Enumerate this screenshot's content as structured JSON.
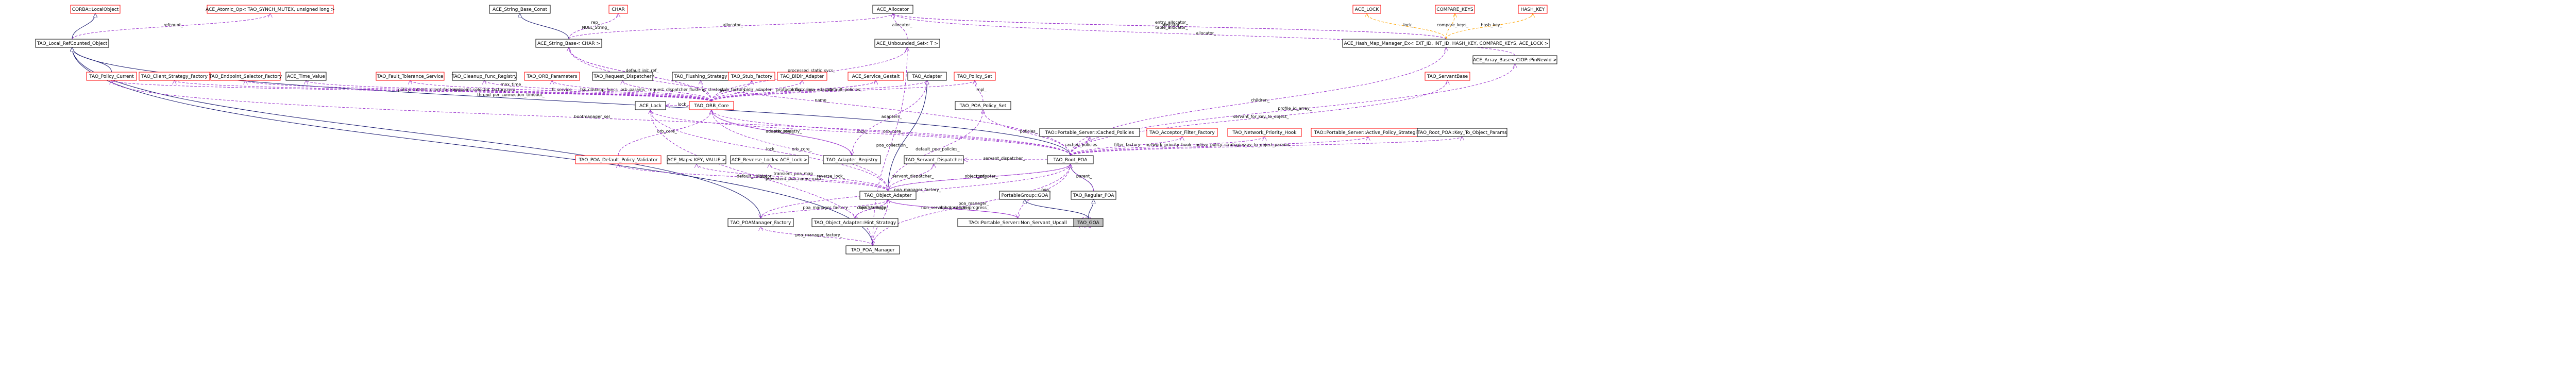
{
  "colors": {
    "class_border": "#000000",
    "external_border": "#ff0000",
    "highlight_fill": "#bfbfbf",
    "inherit_edge": "#191970",
    "use_edge": "#9a32cd",
    "template_edge": "#ffa500"
  },
  "nodes": [
    {
      "id": "corba_localobject",
      "label": "CORBA::LocalObject",
      "kind": "external"
    },
    {
      "id": "ace_atomic_op",
      "label": "ACE_Atomic_Op< TAO_SYNCH_MUTEX, unsigned long >",
      "kind": "external"
    },
    {
      "id": "ace_string_base_const",
      "label": "ACE_String_Base_Const",
      "kind": "class"
    },
    {
      "id": "char",
      "label": "CHAR",
      "kind": "external"
    },
    {
      "id": "ace_allocator",
      "label": "ACE_Allocator",
      "kind": "class"
    },
    {
      "id": "ace_lock_top",
      "label": "ACE_LOCK",
      "kind": "external"
    },
    {
      "id": "compare_keys",
      "label": "COMPARE_KEYS",
      "kind": "external"
    },
    {
      "id": "hash_key",
      "label": "HASH_KEY",
      "kind": "external"
    },
    {
      "id": "tao_local_refcounted_object",
      "label": "TAO_Local_RefCounted_Object",
      "kind": "class"
    },
    {
      "id": "ace_string_base",
      "label": "ACE_String_Base< CHAR >",
      "kind": "class"
    },
    {
      "id": "ace_unbounded_set",
      "label": "ACE_Unbounded_Set< T >",
      "kind": "class"
    },
    {
      "id": "ace_hash_map_manager",
      "label": "ACE_Hash_Map_Manager_Ex< EXT_ID, INT_ID, HASH_KEY, COMPARE_KEYS, ACE_LOCK >",
      "kind": "class"
    },
    {
      "id": "ace_array_base",
      "label": "ACE_Array_Base< CIOP::PinNewId >",
      "kind": "class"
    },
    {
      "id": "tao_policy_current",
      "label": "TAO_Policy_Current",
      "kind": "external"
    },
    {
      "id": "tao_client_strategy_factory",
      "label": "TAO_Client_Strategy_Factory",
      "kind": "external"
    },
    {
      "id": "tao_endpoint_selector_factory",
      "label": "TAO_Endpoint_Selector_Factory",
      "kind": "external"
    },
    {
      "id": "ace_time_value",
      "label": "ACE_Time_Value",
      "kind": "class"
    },
    {
      "id": "tao_fault_tolerance_service",
      "label": "TAO_Fault_Tolerance_Service",
      "kind": "external"
    },
    {
      "id": "tao_cleanup_func_registry",
      "label": "TAO_Cleanup_Func_Registry",
      "kind": "class"
    },
    {
      "id": "tao_orb_parameters",
      "label": "TAO_ORB_Parameters",
      "kind": "external"
    },
    {
      "id": "tao_request_dispatcher",
      "label": "TAO_Request_Dispatcher",
      "kind": "class"
    },
    {
      "id": "tao_flushing_strategy",
      "label": "TAO_Flushing_Strategy",
      "kind": "class"
    },
    {
      "id": "tao_stub_factory",
      "label": "TAO_Stub_Factory",
      "kind": "external"
    },
    {
      "id": "tao_bidir_adapter",
      "label": "TAO_BiDir_Adapter",
      "kind": "external"
    },
    {
      "id": "ace_service_gestalt",
      "label": "ACE_Service_Gestalt",
      "kind": "external"
    },
    {
      "id": "tao_adapter",
      "label": "TAO_Adapter",
      "kind": "class"
    },
    {
      "id": "tao_policy_set",
      "label": "TAO_Policy_Set",
      "kind": "external"
    },
    {
      "id": "tao_servantbase",
      "label": "TAO_ServantBase",
      "kind": "external"
    },
    {
      "id": "ace_lock",
      "label": "ACE_Lock",
      "kind": "class"
    },
    {
      "id": "tao_orb_core",
      "label": "TAO_ORB_Core",
      "kind": "external"
    },
    {
      "id": "tao_poa_policy_set",
      "label": "TAO_POA_Policy_Set",
      "kind": "class"
    },
    {
      "id": "tao_portable_server_cached_policies",
      "label": "TAO::Portable_Server::Cached_Policies",
      "kind": "class"
    },
    {
      "id": "tao_acceptor_filter_factory",
      "label": "TAO_Acceptor_Filter_Factory",
      "kind": "external"
    },
    {
      "id": "tao_network_priority_hook",
      "label": "TAO_Network_Priority_Hook",
      "kind": "external"
    },
    {
      "id": "tao_active_policy_strategies",
      "label": "TAO::Portable_Server::Active_Policy_Strategies",
      "kind": "external"
    },
    {
      "id": "tao_root_poa_key_to_object_params",
      "label": "TAO_Root_POA::Key_To_Object_Params",
      "kind": "class"
    },
    {
      "id": "tao_poa_default_policy_validator",
      "label": "TAO_POA_Default_Policy_Validator",
      "kind": "external"
    },
    {
      "id": "ace_map_key_value",
      "label": "ACE_Map< KEY, VALUE >",
      "kind": "class"
    },
    {
      "id": "ace_reverse_lock",
      "label": "ACE_Reverse_Lock< ACE_Lock >",
      "kind": "class"
    },
    {
      "id": "tao_adapter_registry",
      "label": "TAO_Adapter_Registry",
      "kind": "class"
    },
    {
      "id": "tao_servant_dispatcher",
      "label": "TAO_Servant_Dispatcher",
      "kind": "class"
    },
    {
      "id": "tao_root_poa",
      "label": "TAO_Root_POA",
      "kind": "class"
    },
    {
      "id": "portablegroup_goa",
      "label": "PortableGroup::GOA",
      "kind": "class"
    },
    {
      "id": "tao_regular_poa",
      "label": "TAO_Regular_POA",
      "kind": "class"
    },
    {
      "id": "tao_object_adapter",
      "label": "TAO_Object_Adapter",
      "kind": "class"
    },
    {
      "id": "tao_poamanager_factory",
      "label": "TAO_POAManager_Factory",
      "kind": "class"
    },
    {
      "id": "tao_object_adapter_hint_strategy",
      "label": "TAO_Object_Adapter::Hint_Strategy",
      "kind": "class"
    },
    {
      "id": "tao_non_servant_upcall",
      "label": "TAO::Portable_Server::Non_Servant_Upcall",
      "kind": "class"
    },
    {
      "id": "tao_goa",
      "label": "TAO_GOA",
      "kind": "highlight"
    },
    {
      "id": "tao_poa_manager",
      "label": "TAO_POA_Manager",
      "kind": "class"
    }
  ],
  "edges": [
    {
      "from": "corba_localobject",
      "to": "tao_local_refcounted_object",
      "kind": "inherit",
      "label": ""
    },
    {
      "from": "ace_atomic_op",
      "to": "tao_local_refcounted_object",
      "kind": "use",
      "label": "refcount_"
    },
    {
      "from": "ace_string_base_const",
      "to": "ace_string_base",
      "kind": "inherit",
      "label": ""
    },
    {
      "from": "char",
      "to": "ace_string_base",
      "kind": "use",
      "label": "rep_\nNULL_String_"
    },
    {
      "from": "ace_allocator",
      "to": "ace_string_base",
      "kind": "use",
      "label": "allocator_"
    },
    {
      "from": "ace_allocator",
      "to": "ace_unbounded_set",
      "kind": "use",
      "label": "allocator_"
    },
    {
      "from": "ace_allocator",
      "to": "ace_hash_map_manager",
      "kind": "use",
      "label": "allocator_"
    },
    {
      "from": "ace_allocator",
      "to": "ace_hash_map_manager",
      "kind": "use",
      "label": "entry_allocator_\ntable_allocator_"
    },
    {
      "from": "ace_allocator",
      "to": "ace_array_base",
      "kind": "use",
      "label": "allocator_"
    },
    {
      "from": "ace_lock_top",
      "to": "ace_hash_map_manager",
      "kind": "template",
      "label": "lock_"
    },
    {
      "from": "compare_keys",
      "to": "ace_hash_map_manager",
      "kind": "template",
      "label": "compare_keys_"
    },
    {
      "from": "hash_key",
      "to": "ace_hash_map_manager",
      "kind": "template",
      "label": "hash_key_"
    },
    {
      "from": "tao_local_refcounted_object",
      "to": "tao_policy_current",
      "kind": "inherit",
      "label": ""
    },
    {
      "from": "tao_local_refcounted_object",
      "to": "tao_poamanager_factory",
      "kind": "inherit",
      "label": ""
    },
    {
      "from": "tao_local_refcounted_object",
      "to": "tao_poa_manager",
      "kind": "inherit",
      "label": ""
    },
    {
      "from": "tao_local_refcounted_object",
      "to": "tao_root_poa",
      "kind": "inherit",
      "label": ""
    },
    {
      "from": "ace_string_base",
      "to": "tao_root_poa",
      "kind": "use",
      "label": "name_"
    },
    {
      "from": "ace_string_base",
      "to": "tao_orb_core",
      "kind": "use",
      "label": "server_id_"
    },
    {
      "from": "ace_string_base",
      "to": "tao_orb_core",
      "kind": "use",
      "label": "default_init_ref_\npref_network_"
    },
    {
      "from": "ace_unbounded_set",
      "to": "tao_orb_core",
      "kind": "use",
      "label": "processed_static_svcs_\nstatic_svcs_"
    },
    {
      "from": "ace_unbounded_set",
      "to": "tao_poa_manager",
      "kind": "use",
      "label": "poa_collection_"
    },
    {
      "from": "ace_hash_map_manager",
      "to": "tao_root_poa",
      "kind": "use",
      "label": "children_"
    },
    {
      "from": "ace_array_base",
      "to": "tao_root_poa",
      "kind": "use",
      "label": "profile_id_array_"
    },
    {
      "from": "ace_time_value",
      "to": "tao_orb_core",
      "kind": "use",
      "label": "max_time\nzero\nthread_per_connection_timeout_"
    },
    {
      "from": "tao_policy_current",
      "to": "tao_orb_core",
      "kind": "use",
      "label": "policy_current_"
    },
    {
      "from": "tao_client_strategy_factory",
      "to": "tao_orb_core",
      "kind": "use",
      "label": "client_factory_"
    },
    {
      "from": "tao_endpoint_selector_factory",
      "to": "tao_orb_core",
      "kind": "use",
      "label": "endpoint_selector_factory_"
    },
    {
      "from": "tao_fault_tolerance_service",
      "to": "tao_orb_core",
      "kind": "use",
      "label": "ft_service_"
    },
    {
      "from": "tao_cleanup_func_registry",
      "to": "tao_orb_core",
      "kind": "use",
      "label": "tss_cleanup_funcs_"
    },
    {
      "from": "tao_orb_parameters",
      "to": "tao_orb_core",
      "kind": "use",
      "label": "orb_params_"
    },
    {
      "from": "tao_request_dispatcher",
      "to": "tao_orb_core",
      "kind": "use",
      "label": "request_dispatcher_"
    },
    {
      "from": "tao_flushing_strategy",
      "to": "tao_orb_core",
      "kind": "use",
      "label": "flushing_strategy_"
    },
    {
      "from": "tao_stub_factory",
      "to": "tao_orb_core",
      "kind": "use",
      "label": "stub_factory_"
    },
    {
      "from": "tao_bidir_adapter",
      "to": "tao_orb_core",
      "kind": "use",
      "label": "bidir_adapter_"
    },
    {
      "from": "ace_service_gestalt",
      "to": "tao_orb_core",
      "kind": "use",
      "label": "config_"
    },
    {
      "from": "ace_service_gestalt",
      "to": "tao_orb_core",
      "kind": "use",
      "label": "protocol_factories_"
    },
    {
      "from": "tao_adapter",
      "to": "tao_object_adapter",
      "kind": "inherit",
      "label": ""
    },
    {
      "from": "tao_adapter",
      "to": "tao_adapter_registry",
      "kind": "use",
      "label": "adapters_"
    },
    {
      "from": "tao_adapter",
      "to": "tao_orb_core",
      "kind": "use",
      "label": "poa_adapter_"
    },
    {
      "from": "tao_policy_set",
      "to": "tao_poa_policy_set",
      "kind": "use",
      "label": "impl_"
    },
    {
      "from": "tao_policy_set",
      "to": "tao_orb_core",
      "kind": "use",
      "label": "default_policies_"
    },
    {
      "from": "tao_servantbase",
      "to": "tao_root_poa",
      "kind": "use",
      "label": "servant_for_key_to_object_"
    },
    {
      "from": "ace_lock",
      "to": "tao_orb_core",
      "kind": "use",
      "label": "lock_"
    },
    {
      "from": "ace_lock",
      "to": "tao_root_poa",
      "kind": "use",
      "label": "lock_"
    },
    {
      "from": "ace_lock",
      "to": "tao_object_adapter",
      "kind": "use",
      "label": "lock_"
    },
    {
      "from": "tao_orb_core",
      "to": "tao_root_poa",
      "kind": "use",
      "label": "orb_core_"
    },
    {
      "from": "tao_orb_core",
      "to": "tao_adapter_registry",
      "kind": "use",
      "label": "orb_core_"
    },
    {
      "from": "tao_orb_core",
      "to": "tao_object_adapter",
      "kind": "use",
      "label": "orb_core_"
    },
    {
      "from": "tao_orb_core",
      "to": "tao_poa_default_policy_validator",
      "kind": "use",
      "label": "orb_core_"
    },
    {
      "from": "tao_adapter_registry",
      "to": "tao_orb_core",
      "kind": "use",
      "label": "adapter_registry_"
    },
    {
      "from": "tao_poa_policy_set",
      "to": "tao_root_poa",
      "kind": "use",
      "label": "policies_"
    },
    {
      "from": "tao_poa_policy_set",
      "to": "tao_object_adapter",
      "kind": "use",
      "label": "default_poa_policies_"
    },
    {
      "from": "tao_portable_server_cached_policies",
      "to": "tao_root_poa",
      "kind": "use",
      "label": "cached_policies_"
    },
    {
      "from": "tao_acceptor_filter_factory",
      "to": "tao_root_poa",
      "kind": "use",
      "label": "filter_factory_"
    },
    {
      "from": "tao_network_priority_hook",
      "to": "tao_root_poa",
      "kind": "use",
      "label": "network_priority_hook_"
    },
    {
      "from": "tao_active_policy_strategies",
      "to": "tao_root_poa",
      "kind": "use",
      "label": "active_policy_strategies_"
    },
    {
      "from": "tao_root_poa_key_to_object_params",
      "to": "tao_root_poa",
      "kind": "use",
      "label": "key_to_object_params_"
    },
    {
      "from": "tao_root_poa",
      "to": "tao_regular_poa",
      "kind": "inherit",
      "label": ""
    },
    {
      "from": "tao_root_poa",
      "to": "tao_regular_poa",
      "kind": "use",
      "label": "parent_"
    },
    {
      "from": "tao_root_poa",
      "to": "tao_object_adapter",
      "kind": "use",
      "label": "root_"
    },
    {
      "from": "tao_root_poa",
      "to": "tao_non_servant_upcall",
      "kind": "use",
      "label": "poa_"
    },
    {
      "from": "tao_poa_default_policy_validator",
      "to": "tao_object_adapter",
      "kind": "use",
      "label": "default_validator_"
    },
    {
      "from": "ace_map_key_value",
      "to": "tao_object_adapter",
      "kind": "use",
      "label": "transient_poa_map_\npersistent_poa_name_map_"
    },
    {
      "from": "ace_reverse_lock",
      "to": "tao_object_adapter",
      "kind": "use",
      "label": "reverse_lock_"
    },
    {
      "from": "tao_servant_dispatcher",
      "to": "tao_object_adapter",
      "kind": "use",
      "label": "servant_dispatcher_"
    },
    {
      "from": "tao_servant_dispatcher",
      "to": "tao_root_poa",
      "kind": "use",
      "label": "servant_dispatcher_"
    },
    {
      "from": "tao_object_adapter",
      "to": "tao_root_poa",
      "kind": "use",
      "label": "object_adapter_"
    },
    {
      "from": "tao_object_adapter",
      "to": "tao_object_adapter_hint_strategy",
      "kind": "use",
      "label": "object_adapter_"
    },
    {
      "from": "tao_object_adapter",
      "to": "tao_non_servant_upcall",
      "kind": "use",
      "label": "object_adapter_"
    },
    {
      "from": "tao_object_adapter",
      "to": "tao_poa_manager",
      "kind": "use",
      "label": "object_adapter_"
    },
    {
      "from": "tao_object_adapter_hint_strategy",
      "to": "tao_object_adapter",
      "kind": "use",
      "label": "hint_strategy_"
    },
    {
      "from": "tao_non_servant_upcall",
      "to": "tao_object_adapter",
      "kind": "use",
      "label": "non_servant_upcall_in_progress_"
    },
    {
      "from": "tao_non_servant_upcall",
      "to": "tao_non_servant_upcall",
      "kind": "use",
      "label": "previous_"
    },
    {
      "from": "portablegroup_goa",
      "to": "tao_goa",
      "kind": "inherit",
      "label": ""
    },
    {
      "from": "tao_regular_poa",
      "to": "tao_goa",
      "kind": "inherit",
      "label": ""
    },
    {
      "from": "tao_poamanager_factory",
      "to": "tao_object_adapter",
      "kind": "use",
      "label": "poa_manager_factory_"
    },
    {
      "from": "tao_poamanager_factory",
      "to": "tao_root_poa",
      "kind": "use",
      "label": "poa_manager_factory_"
    },
    {
      "from": "tao_poamanager_factory",
      "to": "tao_poa_manager",
      "kind": "use",
      "label": "poa_manager_factory_"
    },
    {
      "from": "tao_poa_manager",
      "to": "tao_root_poa",
      "kind": "use",
      "label": "poa_manager_"
    },
    {
      "from": "ace_lock",
      "to": "tao_poa_manager",
      "kind": "use",
      "label": "lock_"
    },
    {
      "from": "tao_policy_current",
      "to": "tao_root_poa",
      "kind": "use",
      "label": "bootmanager_sel_"
    }
  ]
}
